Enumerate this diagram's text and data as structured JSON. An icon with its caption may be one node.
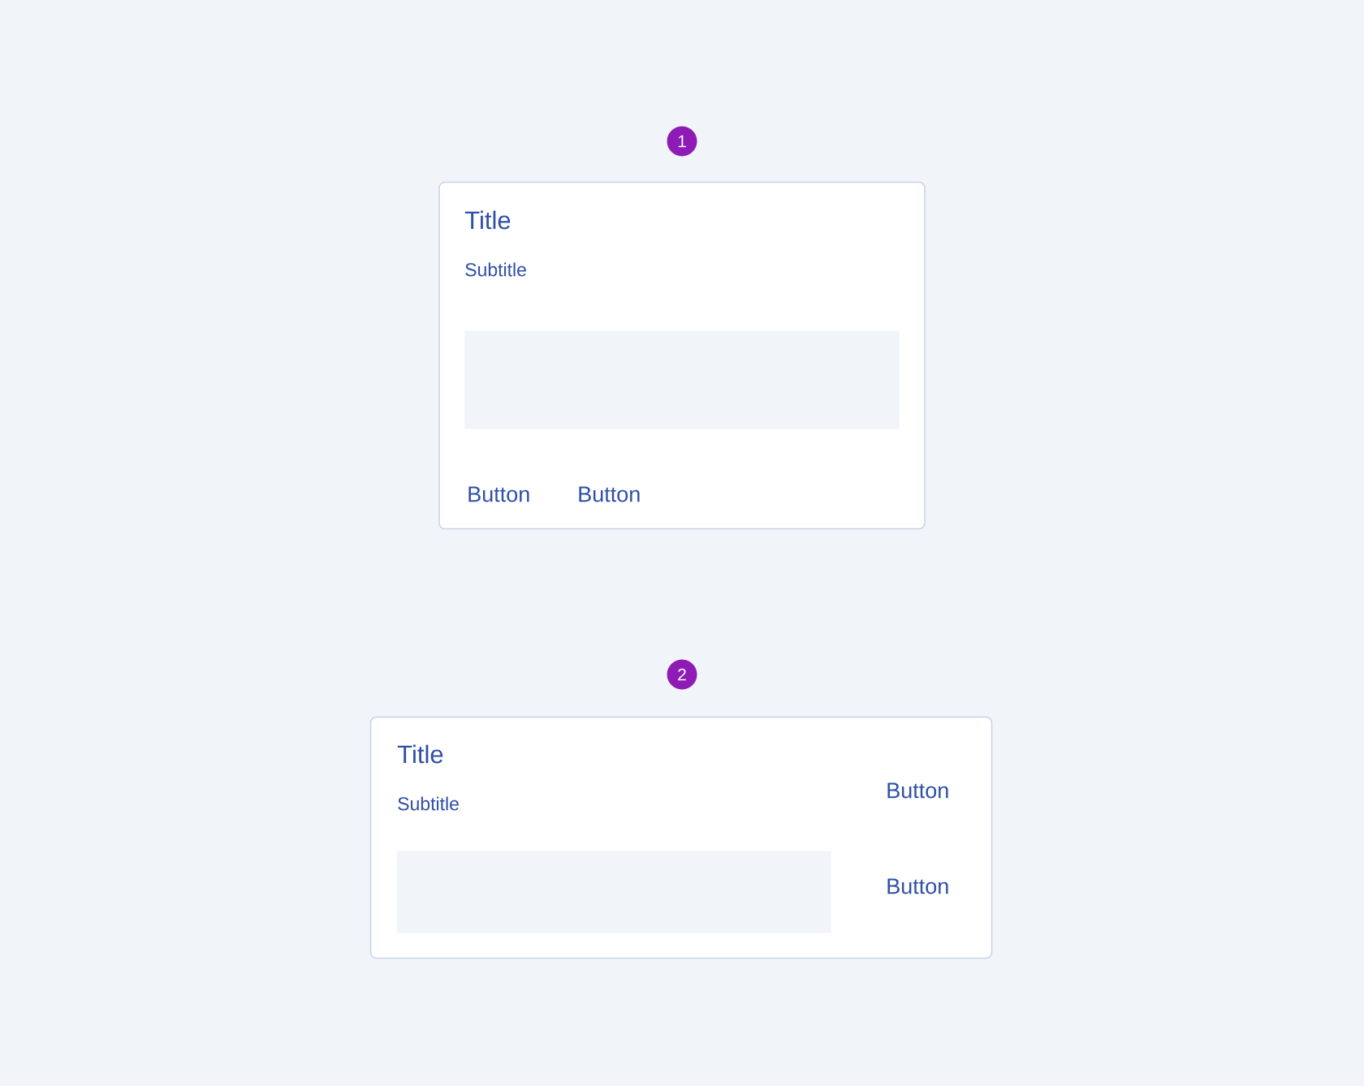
{
  "diagram": {
    "nodes": [
      {
        "text": [
          "1"
        ]
      },
      {
        "text": [
          "Title",
          "Subtitle",
          "Button",
          "Button"
        ]
      },
      {
        "text": [],
        "shape": "box",
        "in": 1
      },
      {
        "text": [
          "2"
        ]
      },
      {
        "text": [
          "Title",
          "Subtitle",
          "Button",
          "Button"
        ]
      },
      {
        "text": [],
        "shape": "box",
        "in": 4
      }
    ],
    "edges": []
  }
}
